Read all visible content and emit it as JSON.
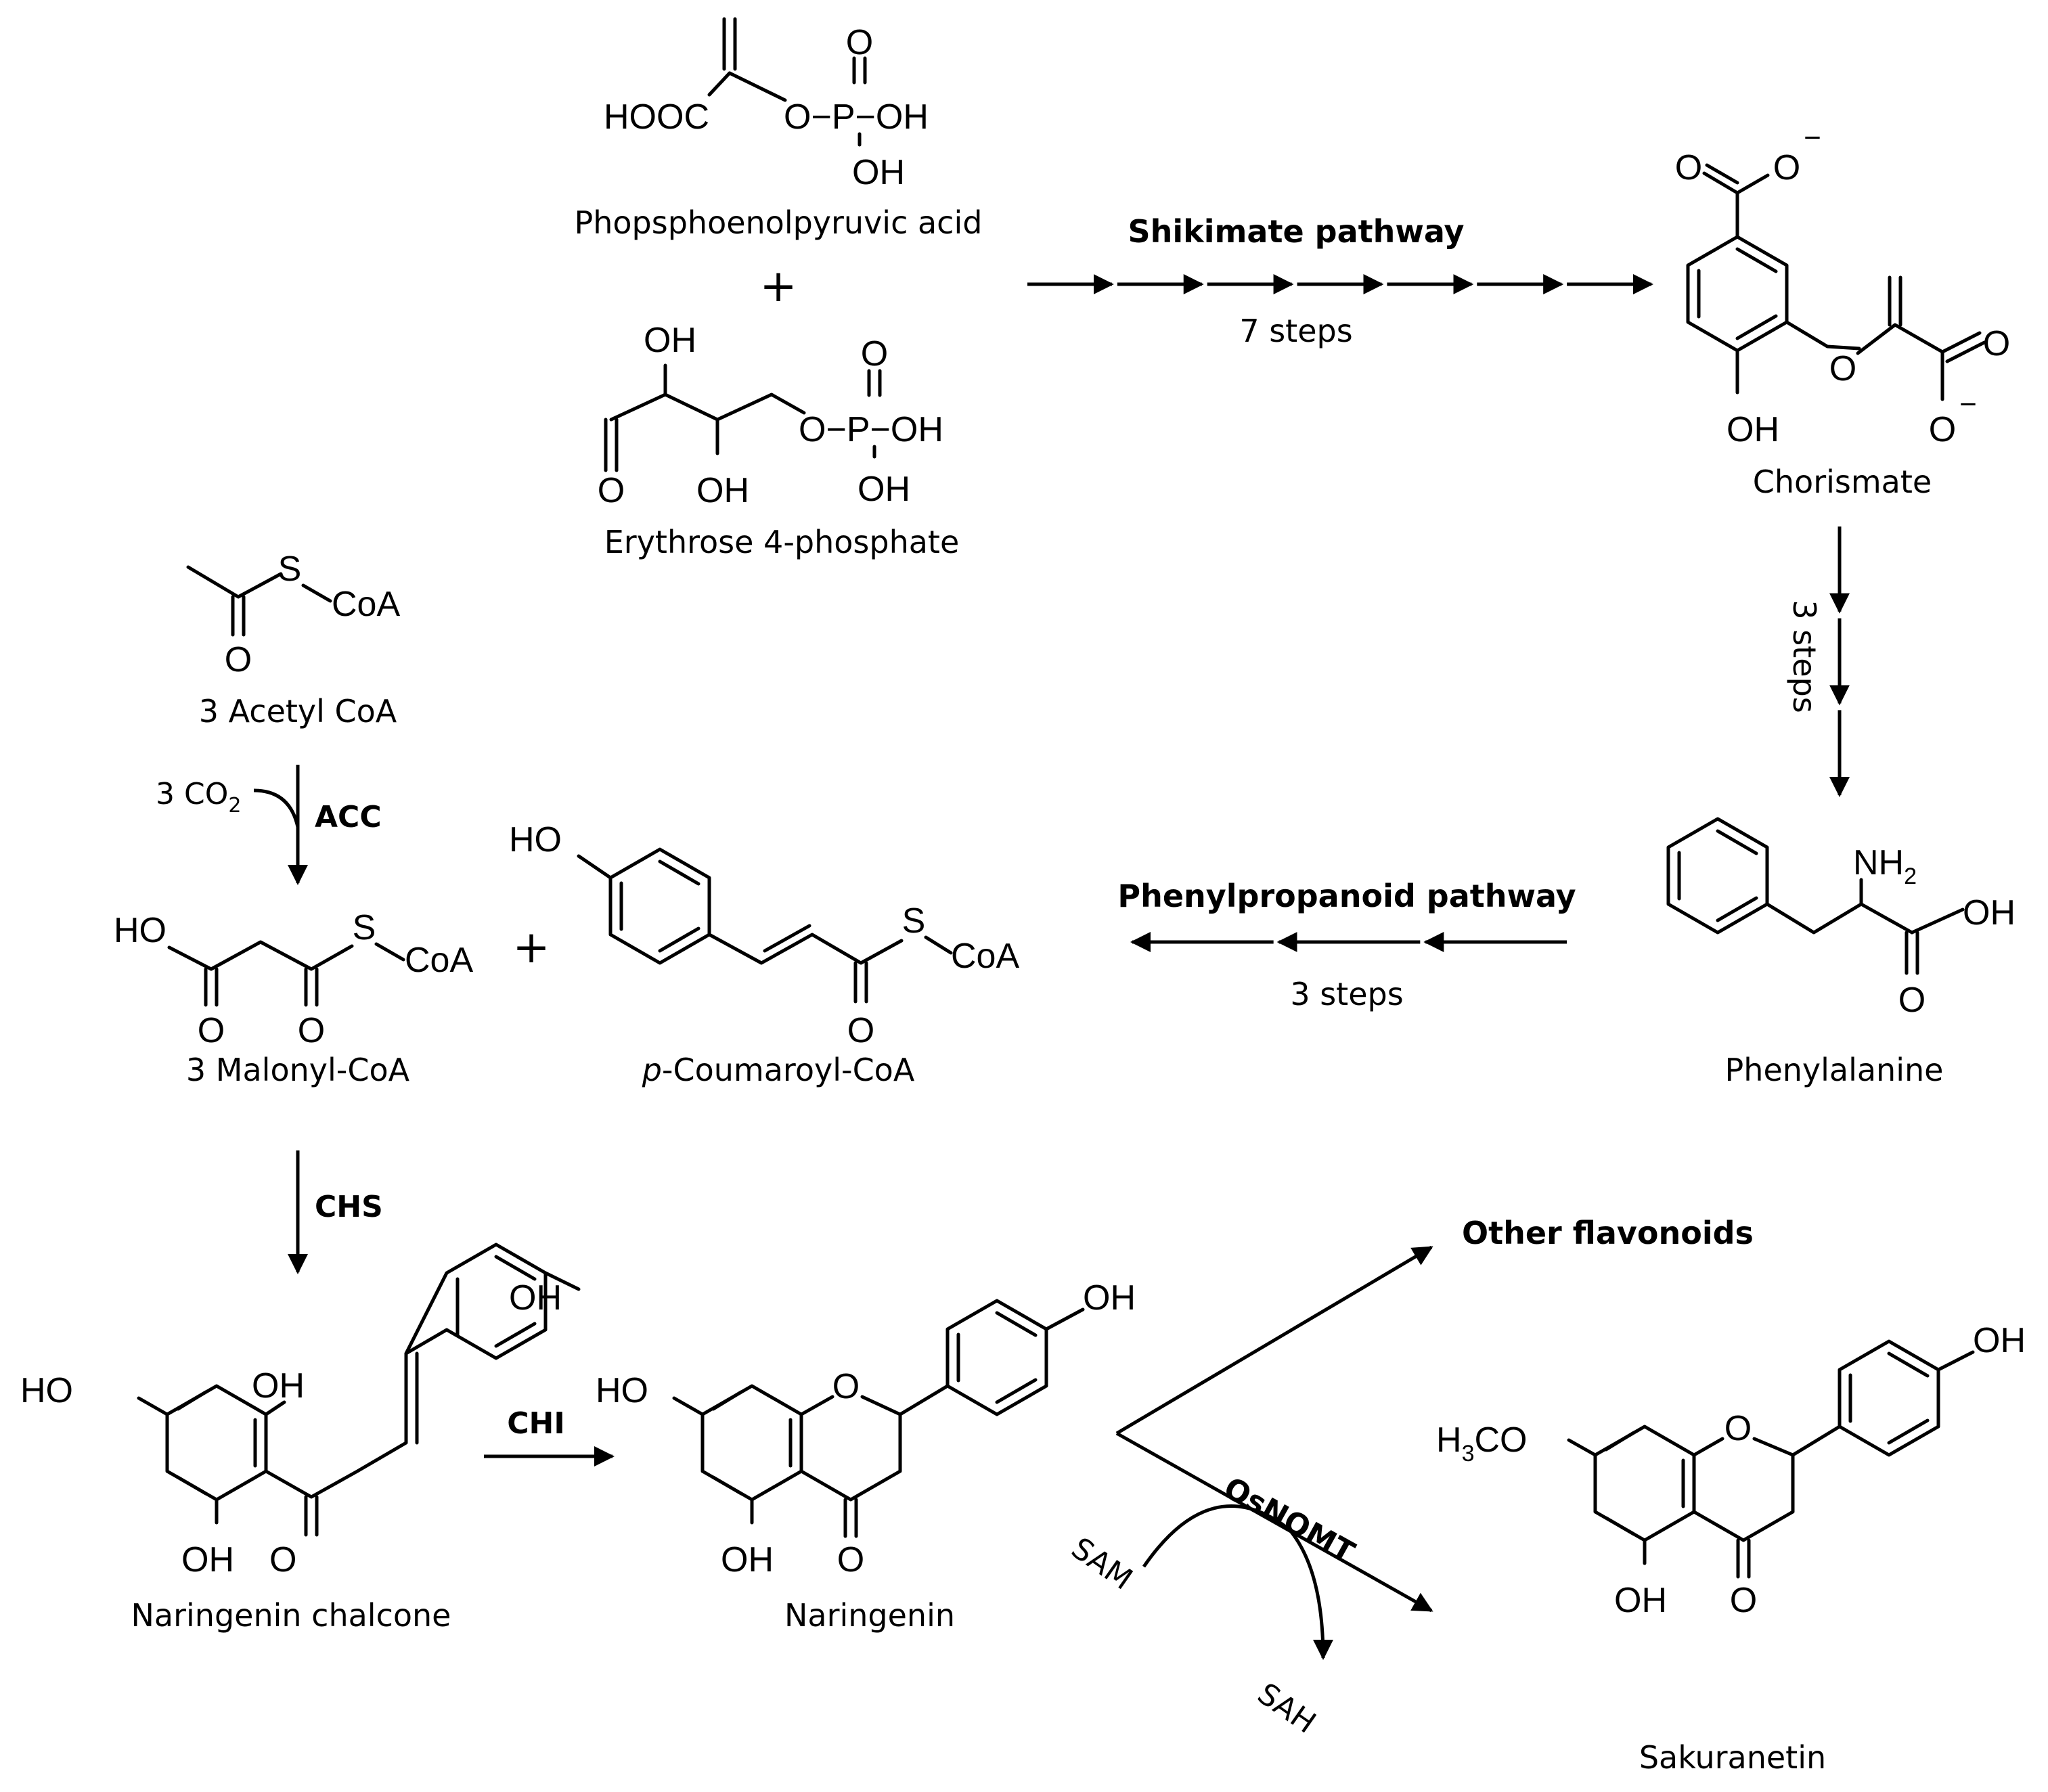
{
  "compounds": {
    "pep": "Phopsphoenolpyruvic acid",
    "e4p": "Erythrose 4-phosphate",
    "chorismate": "Chorismate",
    "phenylalanine": "Phenylalanine",
    "acetyl_coa": "3 Acetyl CoA",
    "malonyl_coa": "3 Malonyl-CoA",
    "coumaroyl_prefix": "p",
    "coumaroyl_rest": "-Coumaroyl-CoA",
    "chalcone": "Naringenin chalcone",
    "naringenin": "Naringenin",
    "sakuranetin": "Sakuranetin",
    "other_flavonoids": "Other flavonoids"
  },
  "pathways": {
    "shikimate": {
      "title": "Shikimate pathway",
      "steps": "7 steps",
      "arrow_count": 7
    },
    "chorismate_to_phe": {
      "steps": "3 steps",
      "arrow_count": 3
    },
    "phenylpropanoid": {
      "title": "Phenylpropanoid pathway",
      "steps": "3 steps",
      "arrow_count": 3
    }
  },
  "enzymes": {
    "acc": "ACC",
    "chs": "CHS",
    "chi": "CHI",
    "osnomt": "OsNOMT"
  },
  "cofactors": {
    "co2_coef": "3 CO",
    "co2_sub": "2",
    "sam": "SAM",
    "sah": "SAH"
  },
  "operators": {
    "plus": "+"
  },
  "atoms": {
    "hooc": "HOOC",
    "o": "O",
    "p": "P",
    "oh": "OH",
    "ho": "HO",
    "s": "S",
    "coa": "CoA",
    "minus": "−",
    "nh": "NH",
    "two": "2",
    "h": "H",
    "three": "3",
    "co": "CO",
    "o_p_oh": "O−P−OH"
  }
}
